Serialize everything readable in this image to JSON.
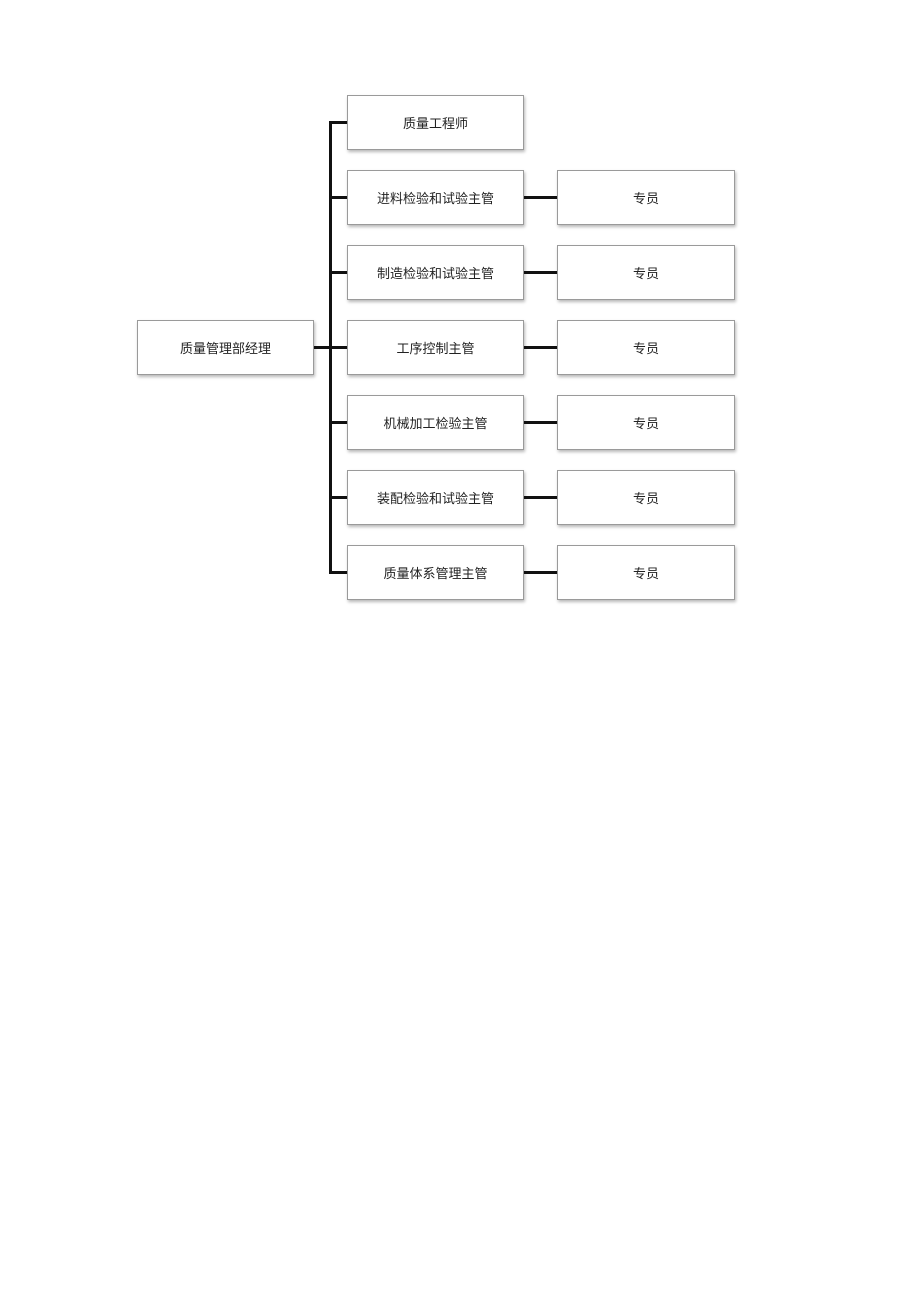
{
  "org_chart": {
    "root": {
      "label": "质量管理部经理"
    },
    "children": [
      {
        "label": "质量工程师",
        "sub": null
      },
      {
        "label": "进料检验和试验主管",
        "sub": "专员"
      },
      {
        "label": "制造检验和试验主管",
        "sub": "专员"
      },
      {
        "label": "工序控制主管",
        "sub": "专员"
      },
      {
        "label": "机械加工检验主管",
        "sub": "专员"
      },
      {
        "label": "装配检验和试验主管",
        "sub": "专员"
      },
      {
        "label": "质量体系管理主管",
        "sub": "专员"
      }
    ],
    "colors": {
      "box_border": "#9a9a9a",
      "connector": "#111111",
      "text": "#222222"
    }
  }
}
